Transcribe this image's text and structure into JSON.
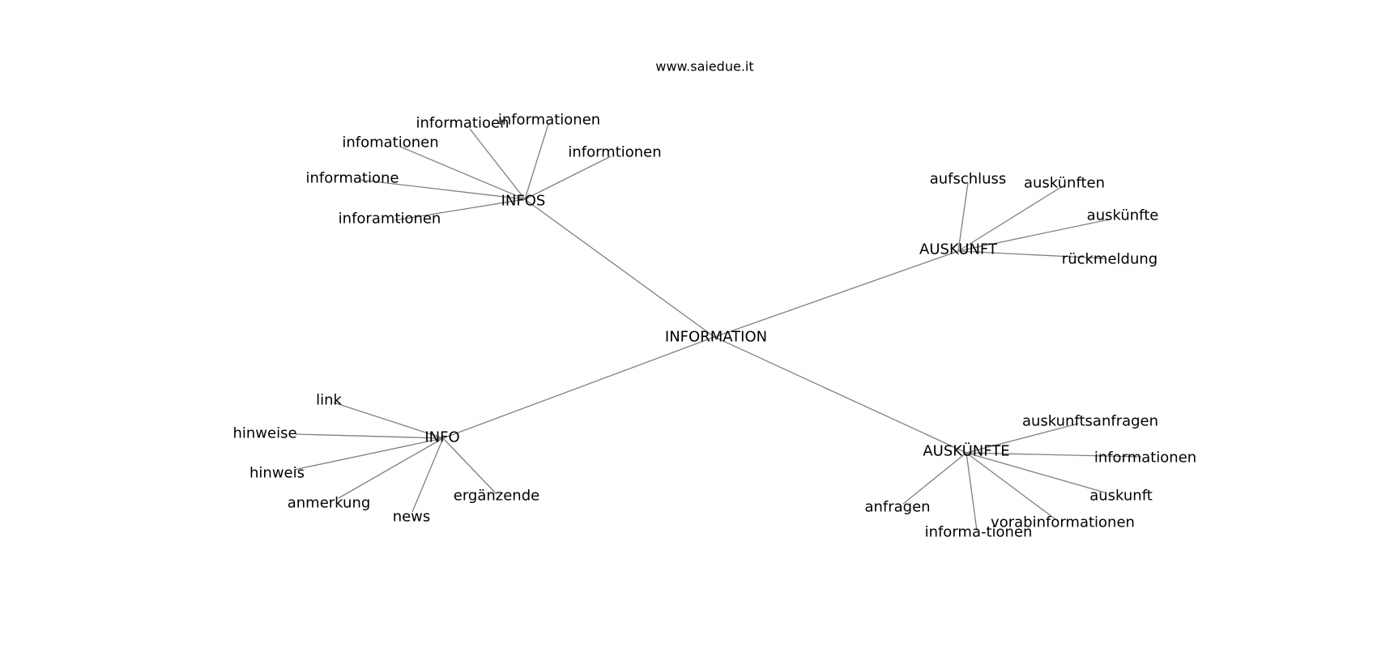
{
  "watermark": "www.saiedue.it",
  "nodes": [
    {
      "id": "center",
      "label": "INFORMATION"
    },
    {
      "id": "infos",
      "label": "INFOS"
    },
    {
      "id": "auskunft",
      "label": "AUSKUNFT"
    },
    {
      "id": "info",
      "label": "INFO"
    },
    {
      "id": "auskuenfte",
      "label": "AUSKÜNFTE"
    },
    {
      "id": "infos_1",
      "label": "informatioen"
    },
    {
      "id": "infos_2",
      "label": "informationen"
    },
    {
      "id": "infos_3",
      "label": "infomationen"
    },
    {
      "id": "infos_4",
      "label": "informtionen"
    },
    {
      "id": "infos_5",
      "label": "informatione"
    },
    {
      "id": "infos_6",
      "label": "inforamtionen"
    },
    {
      "id": "auskunft_1",
      "label": "aufschluss"
    },
    {
      "id": "auskunft_2",
      "label": "auskünften"
    },
    {
      "id": "auskunft_3",
      "label": "auskünfte"
    },
    {
      "id": "auskunft_4",
      "label": "rückmeldung"
    },
    {
      "id": "info_1",
      "label": "link"
    },
    {
      "id": "info_2",
      "label": "hinweise"
    },
    {
      "id": "info_3",
      "label": "hinweis"
    },
    {
      "id": "info_4",
      "label": "anmerkung"
    },
    {
      "id": "info_5",
      "label": "news"
    },
    {
      "id": "info_6",
      "label": "ergänzende"
    },
    {
      "id": "auskuenfte_1",
      "label": "auskunftsanfragen"
    },
    {
      "id": "auskuenfte_2",
      "label": "informationen"
    },
    {
      "id": "auskuenfte_3",
      "label": "auskunft"
    },
    {
      "id": "auskuenfte_4",
      "label": "vorabinformationen"
    },
    {
      "id": "auskuenfte_5",
      "label": "informa-tionen"
    },
    {
      "id": "auskuenfte_6",
      "label": "anfragen"
    }
  ],
  "edges": [
    [
      "center",
      "infos"
    ],
    [
      "center",
      "auskunft"
    ],
    [
      "center",
      "info"
    ],
    [
      "center",
      "auskuenfte"
    ],
    [
      "infos",
      "infos_1"
    ],
    [
      "infos",
      "infos_2"
    ],
    [
      "infos",
      "infos_3"
    ],
    [
      "infos",
      "infos_4"
    ],
    [
      "infos",
      "infos_5"
    ],
    [
      "infos",
      "infos_6"
    ],
    [
      "auskunft",
      "auskunft_1"
    ],
    [
      "auskunft",
      "auskunft_2"
    ],
    [
      "auskunft",
      "auskunft_3"
    ],
    [
      "auskunft",
      "auskunft_4"
    ],
    [
      "info",
      "info_1"
    ],
    [
      "info",
      "info_2"
    ],
    [
      "info",
      "info_3"
    ],
    [
      "info",
      "info_4"
    ],
    [
      "info",
      "info_5"
    ],
    [
      "info",
      "info_6"
    ],
    [
      "auskuenfte",
      "auskuenfte_1"
    ],
    [
      "auskuenfte",
      "auskuenfte_2"
    ],
    [
      "auskuenfte",
      "auskuenfte_3"
    ],
    [
      "auskuenfte",
      "auskuenfte_4"
    ],
    [
      "auskuenfte",
      "auskuenfte_5"
    ],
    [
      "auskuenfte",
      "auskuenfte_6"
    ]
  ]
}
